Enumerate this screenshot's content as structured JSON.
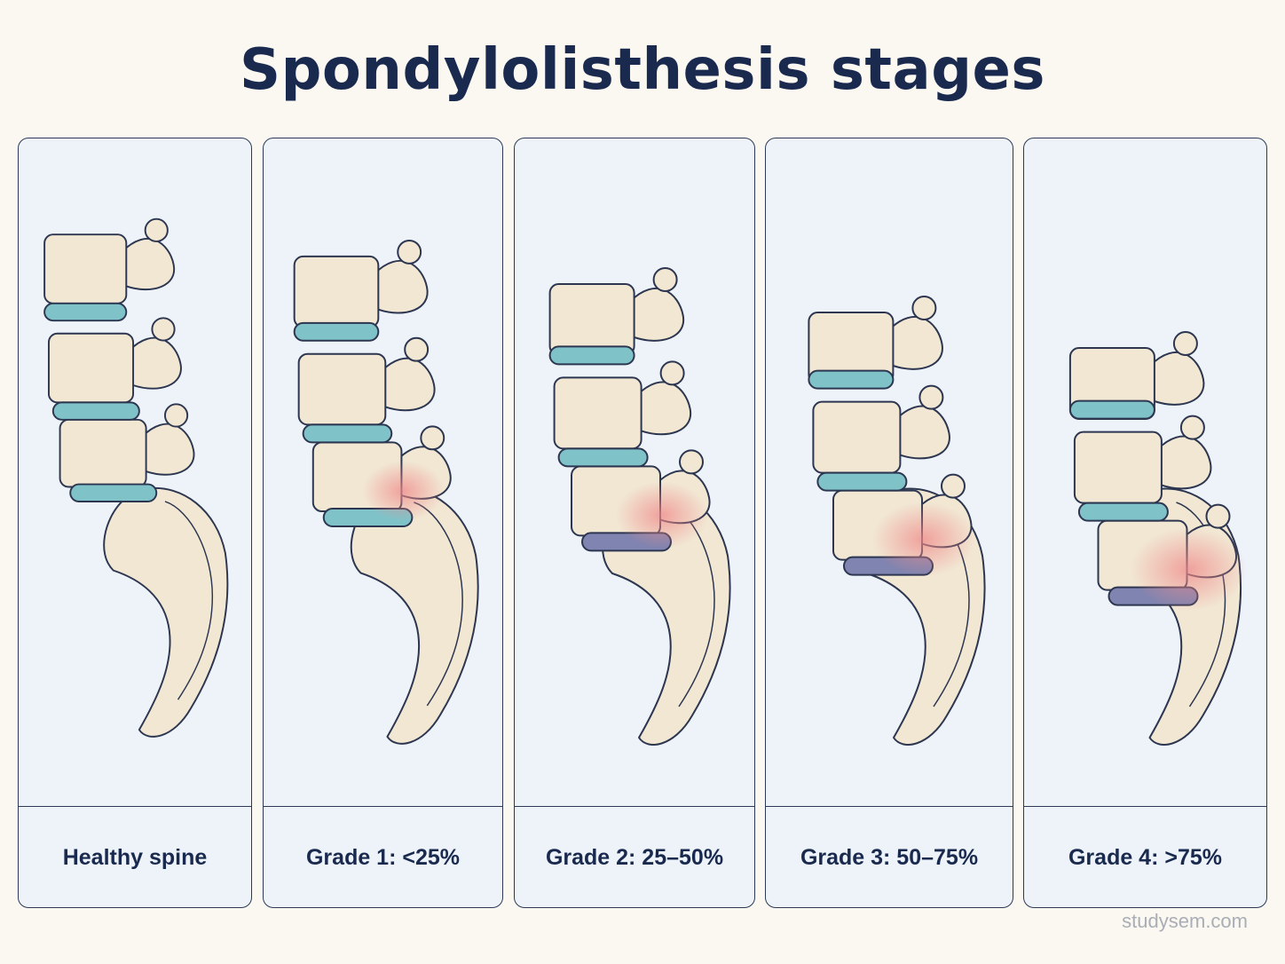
{
  "title": "Spondylolisthesis stages",
  "watermark": "studysem.com",
  "colors": {
    "background": "#fbf8f1",
    "panel": "#edf3f9",
    "bone": "#f1e7d3",
    "disc": "#7fc3c9",
    "degenerated_disc": "#7f84b0",
    "inflammation": "#f08a8a",
    "text": "#1a2a4f"
  },
  "stages": [
    {
      "caption": "Healthy spine",
      "slip_percent": 0
    },
    {
      "caption": "Grade 1: <25%",
      "slip_percent": 20
    },
    {
      "caption": "Grade 2: 25–50%",
      "slip_percent": 40
    },
    {
      "caption": "Grade 3: 50–75%",
      "slip_percent": 60
    },
    {
      "caption": "Grade 4: >75%",
      "slip_percent": 85
    }
  ]
}
